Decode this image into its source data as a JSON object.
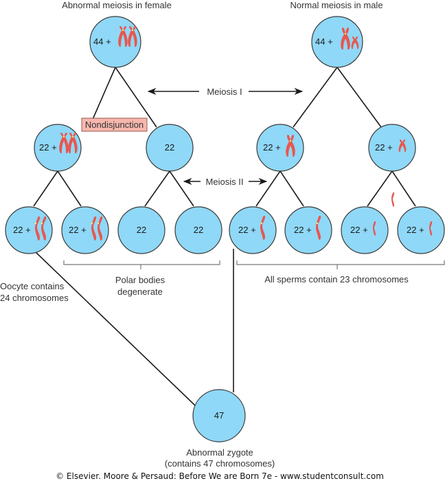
{
  "titles": {
    "female": "Abnormal meiosis in female",
    "male": "Normal meiosis in male"
  },
  "stages": {
    "meiosis_1": "Meiosis I",
    "meiosis_2": "Meiosis II"
  },
  "nondisjunction_label": "Nondisjunction",
  "female": {
    "parent": {
      "label": "44 +",
      "chromosomes": "XX-duplicated"
    },
    "meiosis1": [
      {
        "label": "22 +",
        "chromosomes": "XX-duplicated"
      },
      {
        "label": "22",
        "chromosomes": "none"
      }
    ],
    "meiosis2": [
      {
        "label": "22 +",
        "chromosomes": "XX-single"
      },
      {
        "label": "22 +",
        "chromosomes": "XX-single"
      },
      {
        "label": "22",
        "chromosomes": "none"
      },
      {
        "label": "22",
        "chromosomes": "none"
      }
    ]
  },
  "male": {
    "parent": {
      "label": "44 +",
      "chromosomes": "XY-duplicated"
    },
    "meiosis1": [
      {
        "label": "22 +",
        "chromosomes": "X-duplicated"
      },
      {
        "label": "22 +",
        "chromosomes": "Y-duplicated"
      }
    ],
    "meiosis2": [
      {
        "label": "22 +",
        "chromosomes": "X-single"
      },
      {
        "label": "22 +",
        "chromosomes": "X-single"
      },
      {
        "label": "22 +",
        "chromosomes": "Y-single"
      },
      {
        "label": "22 +",
        "chromosomes": "Y-single"
      }
    ]
  },
  "annotations": {
    "oocyte_line1": "Oocyte contains",
    "oocyte_line2": "24 chromosomes",
    "polar_line1": "Polar bodies",
    "polar_line2": "degenerate",
    "sperms": "All sperms contain 23 chromosomes",
    "zygote_label": "47",
    "zygote_line1": "Abnormal zygote",
    "zygote_line2": "(contains 47 chromosomes)"
  },
  "footer": "© Elsevier. Moore & Persaud: Before We are Born 7e - www.studentconsult.com",
  "colors": {
    "cell_fill": "#8fd8f7",
    "cell_stroke": "#3a3a3a",
    "chromosome": "#e8574f",
    "nondisjunction_fill": "#f6b7ad",
    "line": "#1a1a1a"
  }
}
